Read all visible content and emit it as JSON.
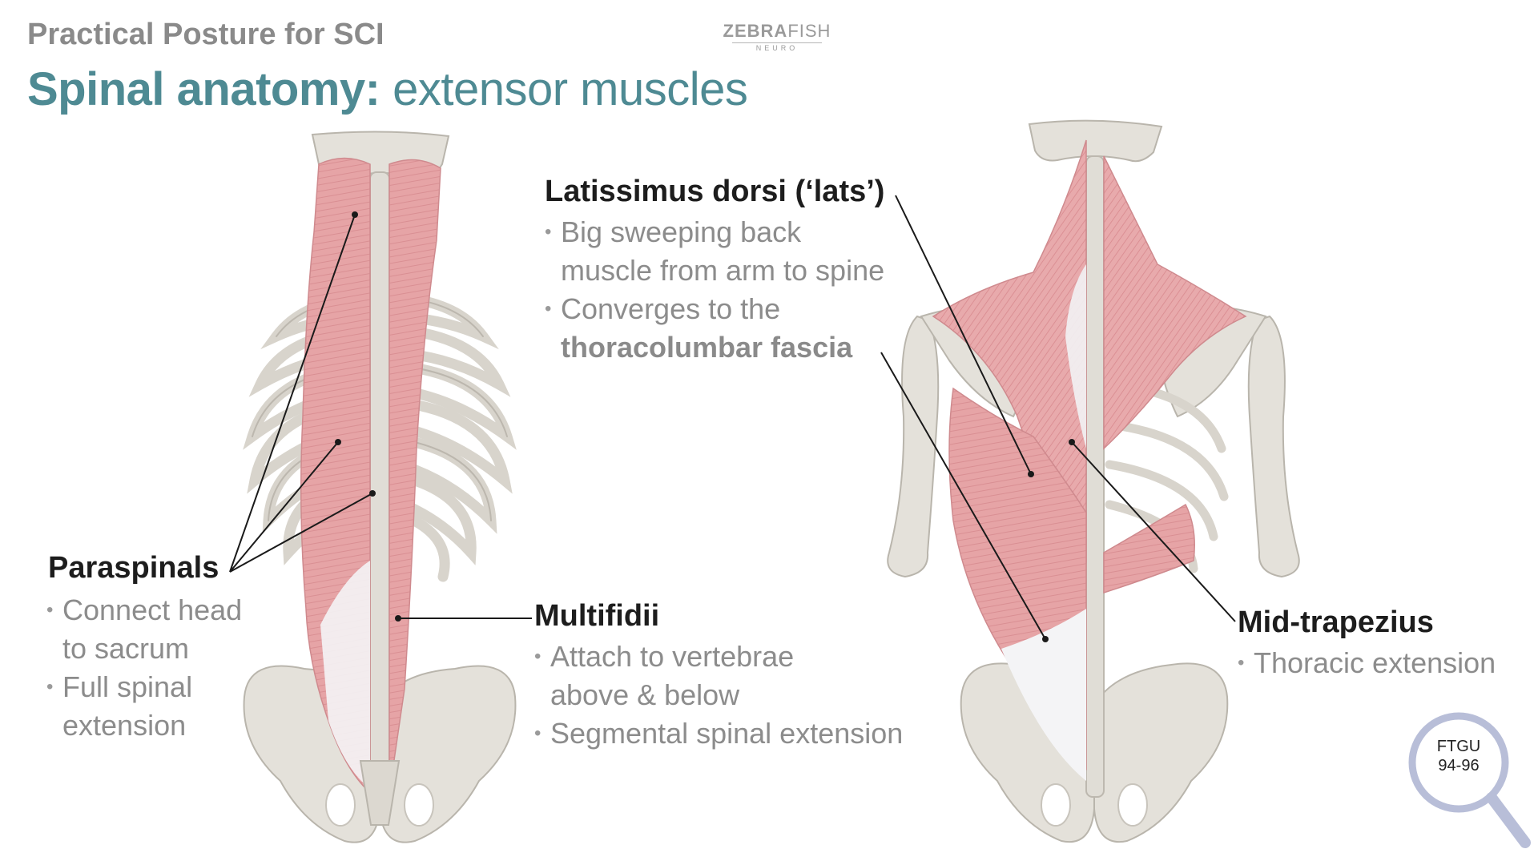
{
  "header": {
    "kicker": "Practical Posture for SCI",
    "title_bold": "Spinal anatomy:",
    "title_light": " extensor muscles",
    "logo_main": "ZEBRA",
    "logo_main_light": "FISH",
    "logo_sub": "NEURO"
  },
  "paraspinals": {
    "label": "Paraspinals",
    "bullets": [
      [
        "Connect head",
        "to sacrum"
      ],
      [
        "Full spinal",
        "extension"
      ]
    ]
  },
  "multifidii": {
    "label": "Multifidii",
    "bullets": [
      [
        "Attach to vertebrae",
        "above & below"
      ],
      [
        "Segmental spinal extension"
      ]
    ]
  },
  "latissimus": {
    "label": "Latissimus dorsi (‘lats’)",
    "bullet1": [
      "Big sweeping back",
      "muscle from arm to spine"
    ],
    "bullet2_line1": "Converges to the",
    "bullet2_line2": "thoracolumbar fascia"
  },
  "trapezius": {
    "label": "Mid-trapezius",
    "bullets": [
      [
        "Thoracic extension"
      ]
    ]
  },
  "reference": {
    "line1": "FTGU",
    "line2": "94-96"
  },
  "colors": {
    "title": "#4e8a93",
    "muscle": "#e6a4a6",
    "bone": "#e4e1da",
    "fascia": "#f2f2f4",
    "magnifier": "#b8bed8"
  }
}
